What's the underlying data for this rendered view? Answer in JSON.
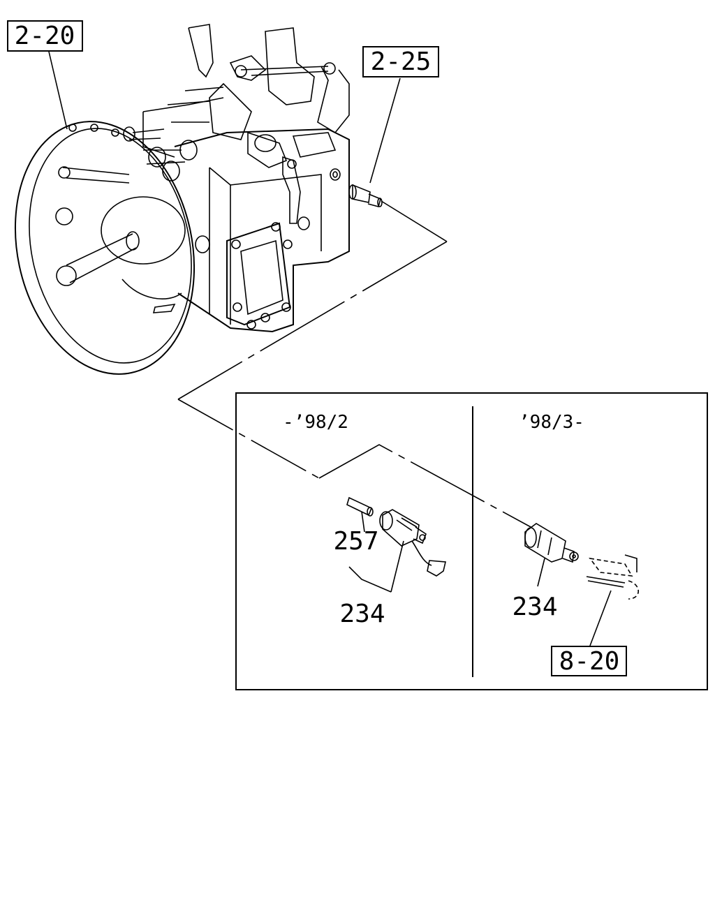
{
  "references": {
    "ref_top_left": "2-20",
    "ref_top_right": "2-25",
    "ref_bottom_right": "8-20"
  },
  "detail_box": {
    "left_panel_label": "-’98/2",
    "right_panel_label": "’98/3-"
  },
  "part_numbers": {
    "left_pin": "257",
    "left_switch": "234",
    "right_switch": "234"
  }
}
